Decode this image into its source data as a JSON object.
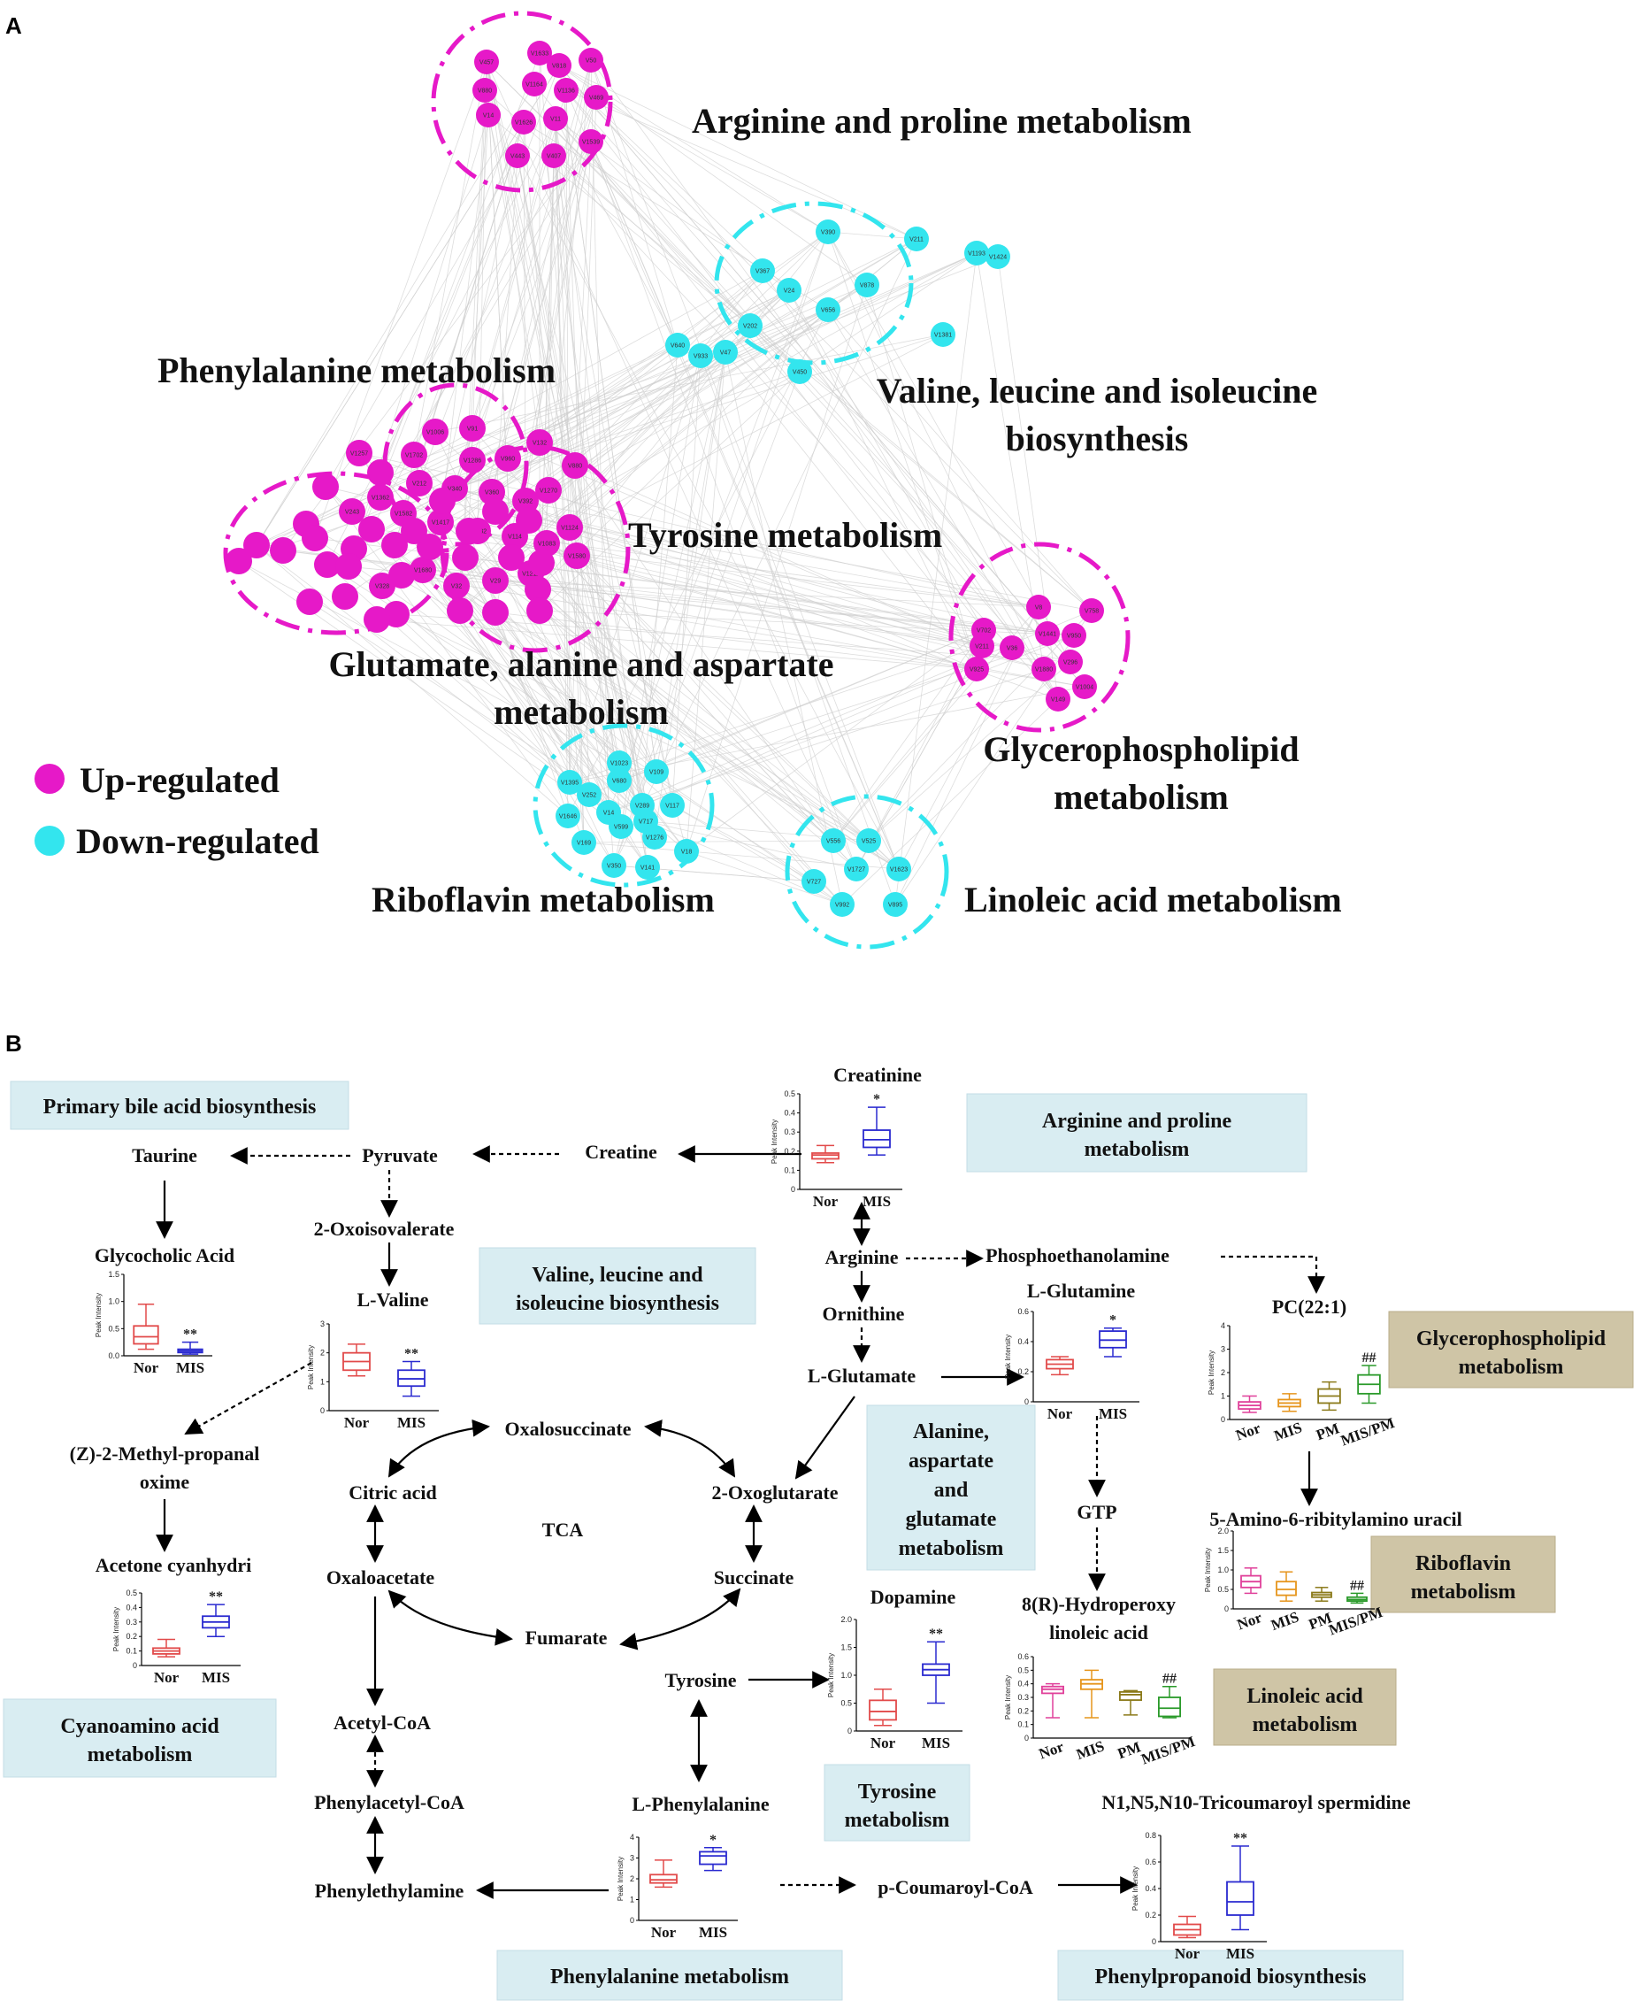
{
  "panel_a": {
    "letter": "A",
    "legend": [
      {
        "label": "Up-regulated",
        "color": "#e619c8"
      },
      {
        "label": "Down-regulated",
        "color": "#33e5ee"
      }
    ],
    "pathway_labels": [
      {
        "id": "arg",
        "lines": [
          "Arginine and proline metabolism"
        ]
      },
      {
        "id": "phe",
        "lines": [
          "Phenylalanine metabolism"
        ]
      },
      {
        "id": "val",
        "lines": [
          "Valine, leucine and isoleucine",
          "biosynthesis"
        ]
      },
      {
        "id": "tyr",
        "lines": [
          "Tyrosine metabolism"
        ]
      },
      {
        "id": "glu",
        "lines": [
          "Glutamate, alanine and aspartate",
          "metabolism"
        ]
      },
      {
        "id": "gly",
        "lines": [
          "Glycerophospholipid",
          "metabolism"
        ]
      },
      {
        "id": "rib",
        "lines": [
          "Riboflavin metabolism"
        ]
      },
      {
        "id": "lin",
        "lines": [
          "Linoleic acid metabolism"
        ]
      }
    ],
    "node_labels": {
      "arg": [
        "V457",
        "V1633",
        "V818",
        "V50",
        "V880",
        "V1164",
        "V1136",
        "V469",
        "V14",
        "V1626",
        "V11",
        "V1539",
        "V443",
        "V407"
      ],
      "val_cluster": [
        "V390",
        "V367",
        "V24",
        "V656",
        "V878",
        "V202",
        "V450"
      ],
      "val_side": [
        "V211",
        "V1193",
        "V1424",
        "V1381"
      ],
      "val_left": [
        "V640",
        "V933",
        "V47"
      ],
      "gly": [
        "V8",
        "V758",
        "V702",
        "V1441",
        "V950",
        "V211",
        "V36",
        "V925",
        "V1880",
        "V296",
        "V1004",
        "V149"
      ],
      "rib": [
        "V1023",
        "V109",
        "V1395",
        "V680",
        "V252",
        "V1646",
        "V14",
        "V289",
        "V117",
        "V717",
        "V599",
        "V1276",
        "V169",
        "V350",
        "V141",
        "V18"
      ],
      "lin": [
        "V556",
        "V525",
        "V1727",
        "V1623",
        "V727",
        "V992",
        "V895"
      ],
      "phe": [
        "V1006",
        "V91",
        "V1257",
        "V1702",
        "V1286",
        "V960",
        "V132",
        "V880",
        "V1270",
        "V392",
        "V360",
        "V340",
        "V212",
        "V1362",
        "V243",
        "V1582",
        "V1417",
        "V1032",
        "V114",
        "V1083",
        "V1124",
        "V1580",
        "V1211",
        "V29",
        "V32",
        "V1680",
        "V328"
      ]
    }
  },
  "panel_b": {
    "letter": "B",
    "boxes": {
      "primary_bile": [
        "Primary bile acid biosynthesis"
      ],
      "valine": [
        "Valine, leucine and",
        "isoleucine biosynthesis"
      ],
      "arginine": [
        "Arginine and proline",
        "metabolism"
      ],
      "alanine": [
        "Alanine,",
        "aspartate",
        "and",
        "glutamate",
        "metabolism"
      ],
      "cyanoamino": [
        "Cyanoamino acid",
        "metabolism"
      ],
      "tyrosine": [
        "Tyrosine",
        "metabolism"
      ],
      "phenylalanine": [
        "Phenylalanine metabolism"
      ],
      "phenylpropanoid": [
        "Phenylpropanoid biosynthesis"
      ],
      "glycerophospholipid": [
        "Glycerophospholipid",
        "metabolism"
      ],
      "riboflavin": [
        "Riboflavin",
        "metabolism"
      ],
      "linoleic": [
        "Linoleic acid",
        "metabolism"
      ]
    },
    "metabolites": {
      "taurine": "Taurine",
      "pyruvate": "Pyruvate",
      "creatine": "Creatine",
      "oxoisovalerate": "2-Oxoisovalerate",
      "lvaline": "L-Valine",
      "glycocholic": "Glycocholic   Acid",
      "methylpropanal_1": "(Z)-2-Methyl-propanal",
      "methylpropanal_2": "oxime",
      "acetone": "Acetone  cyanhydri",
      "creatinine": "Creatinine",
      "arginine": "Arginine",
      "phosphoethanolamine": "Phosphoethanolamine",
      "ornithine": "Ornithine",
      "lglutamate": "L-Glutamate",
      "lglutamine": "L-Glutamine",
      "pc": "PC(22:1)",
      "oxalosuccinate": "Oxalosuccinate",
      "citric": "Citric acid",
      "oxoglutarate": "2-Oxoglutarate",
      "tca": "TCA",
      "oxaloacetate": "Oxaloacetate",
      "succinate": "Succinate",
      "fumarate": "Fumarate",
      "gtp": "GTP",
      "amino_uracil": "5-Amino-6-ribitylamino    uracil",
      "hydroperoxy_1": "8(R)-Hydroperoxy",
      "hydroperoxy_2": "linoleic  acid",
      "dopamine": "Dopamine",
      "tyrosine": "Tyrosine",
      "acetylcoa": "Acetyl-CoA",
      "phenylacetylcoa": "Phenylacetyl-CoA",
      "phenylethylamine": "Phenylethylamine",
      "lphenylalanine": "L-Phenylalanine",
      "coumaroylcoa": "p-Coumaroyl-CoA",
      "tricoumaroyl": "N1,N5,N10-Tricoumaroyl    spermidine"
    },
    "ylabel": "Peak Intensity",
    "plots": [
      {
        "id": "creatinine",
        "groups": [
          "Nor",
          "MIS"
        ],
        "yticks": [
          "0",
          "0.1",
          "0.2",
          "0.3",
          "0.4",
          "0.5"
        ],
        "ymax": 0.5,
        "sig": [
          "",
          "*"
        ],
        "boxes": [
          [
            0.14,
            0.16,
            0.18,
            0.19,
            0.23
          ],
          [
            0.18,
            0.22,
            0.26,
            0.31,
            0.43
          ]
        ],
        "colors": [
          "#e24a4a",
          "#2a2ad0"
        ]
      },
      {
        "id": "glycocholic",
        "groups": [
          "Nor",
          "MIS"
        ],
        "yticks": [
          "0.0",
          "0.5",
          "1.0",
          "1.5"
        ],
        "ymax": 1.5,
        "sig": [
          "",
          "**"
        ],
        "boxes": [
          [
            0.12,
            0.22,
            0.35,
            0.55,
            0.95
          ],
          [
            0.03,
            0.06,
            0.09,
            0.12,
            0.25
          ]
        ],
        "colors": [
          "#e24a4a",
          "#2a2ad0"
        ]
      },
      {
        "id": "lvaline",
        "groups": [
          "Nor",
          "MIS"
        ],
        "yticks": [
          "0",
          "1",
          "2",
          "3"
        ],
        "ymax": 3,
        "sig": [
          "",
          "**"
        ],
        "boxes": [
          [
            1.2,
            1.4,
            1.7,
            2.0,
            2.3
          ],
          [
            0.5,
            0.85,
            1.1,
            1.4,
            1.7
          ]
        ],
        "colors": [
          "#e24a4a",
          "#2a2ad0"
        ]
      },
      {
        "id": "lglutamine",
        "groups": [
          "Nor",
          "MIS"
        ],
        "yticks": [
          "0",
          "0.2",
          "0.4",
          "0.6"
        ],
        "ymax": 0.6,
        "sig": [
          "",
          "*"
        ],
        "boxes": [
          [
            0.18,
            0.22,
            0.25,
            0.28,
            0.3
          ],
          [
            0.3,
            0.36,
            0.41,
            0.47,
            0.49
          ]
        ],
        "colors": [
          "#e24a4a",
          "#2a2ad0"
        ]
      },
      {
        "id": "acetone",
        "groups": [
          "Nor",
          "MIS"
        ],
        "yticks": [
          "0",
          "0.1",
          "0.2",
          "0.3",
          "0.4",
          "0.5"
        ],
        "ymax": 0.5,
        "sig": [
          "",
          "**"
        ],
        "boxes": [
          [
            0.06,
            0.08,
            0.1,
            0.12,
            0.18
          ],
          [
            0.2,
            0.26,
            0.3,
            0.34,
            0.42
          ]
        ],
        "colors": [
          "#e24a4a",
          "#2a2ad0"
        ]
      },
      {
        "id": "pc",
        "groups": [
          "Nor",
          "MIS",
          "PM",
          "MIS/PM"
        ],
        "yticks": [
          "0",
          "1",
          "2",
          "3",
          "4"
        ],
        "ymax": 4,
        "sig": [
          "",
          "",
          "",
          "##"
        ],
        "boxes": [
          [
            0.3,
            0.45,
            0.6,
            0.75,
            1.0
          ],
          [
            0.35,
            0.55,
            0.7,
            0.85,
            1.1
          ],
          [
            0.4,
            0.7,
            1.0,
            1.3,
            1.6
          ],
          [
            0.7,
            1.1,
            1.5,
            1.9,
            2.3
          ]
        ],
        "colors": [
          "#e0409a",
          "#e6951c",
          "#8b7a1a",
          "#2a9a2a"
        ]
      },
      {
        "id": "uracil",
        "groups": [
          "Nor",
          "MIS",
          "PM",
          "MIS/PM"
        ],
        "yticks": [
          "0",
          "0.5",
          "1.0",
          "1.5",
          "2.0"
        ],
        "ymax": 2.0,
        "sig": [
          "",
          "",
          "",
          "##"
        ],
        "boxes": [
          [
            0.4,
            0.55,
            0.7,
            0.85,
            1.05
          ],
          [
            0.2,
            0.35,
            0.5,
            0.7,
            0.95
          ],
          [
            0.2,
            0.3,
            0.36,
            0.42,
            0.55
          ],
          [
            0.15,
            0.2,
            0.24,
            0.3,
            0.4
          ]
        ],
        "colors": [
          "#e0409a",
          "#e6951c",
          "#8b7a1a",
          "#2a9a2a"
        ]
      },
      {
        "id": "hydroperoxy",
        "groups": [
          "Nor",
          "MIS",
          "PM",
          "MIS/PM"
        ],
        "yticks": [
          "0",
          "0.1",
          "0.2",
          "0.3",
          "0.4",
          "0.5",
          "0.6"
        ],
        "ymax": 0.6,
        "sig": [
          "",
          "",
          "",
          "##"
        ],
        "boxes": [
          [
            0.15,
            0.33,
            0.36,
            0.38,
            0.4
          ],
          [
            0.15,
            0.36,
            0.4,
            0.43,
            0.5
          ],
          [
            0.17,
            0.28,
            0.32,
            0.34,
            0.35
          ],
          [
            0.15,
            0.16,
            0.22,
            0.3,
            0.38
          ]
        ],
        "colors": [
          "#e0409a",
          "#e6951c",
          "#8b7a1a",
          "#2a9a2a"
        ]
      },
      {
        "id": "dopamine",
        "groups": [
          "Nor",
          "MIS"
        ],
        "yticks": [
          "0",
          "0.5",
          "1.0",
          "1.5",
          "2.0"
        ],
        "ymax": 2.0,
        "sig": [
          "",
          "**"
        ],
        "boxes": [
          [
            0.1,
            0.2,
            0.35,
            0.55,
            0.75
          ],
          [
            0.5,
            1.0,
            1.1,
            1.2,
            1.6
          ]
        ],
        "colors": [
          "#e24a4a",
          "#2a2ad0"
        ]
      },
      {
        "id": "lphe",
        "groups": [
          "Nor",
          "MIS"
        ],
        "yticks": [
          "0",
          "1",
          "2",
          "3",
          "4"
        ],
        "ymax": 4,
        "sig": [
          "",
          "*"
        ],
        "boxes": [
          [
            1.6,
            1.8,
            1.95,
            2.2,
            2.9
          ],
          [
            2.4,
            2.7,
            3.1,
            3.3,
            3.5
          ]
        ],
        "colors": [
          "#e24a4a",
          "#2a2ad0"
        ]
      },
      {
        "id": "tricoumaroyl",
        "groups": [
          "Nor",
          "MIS"
        ],
        "yticks": [
          "0",
          "0.2",
          "0.4",
          "0.6",
          "0.8"
        ],
        "ymax": 0.8,
        "sig": [
          "",
          "**"
        ],
        "boxes": [
          [
            0.03,
            0.05,
            0.09,
            0.13,
            0.19
          ],
          [
            0.09,
            0.2,
            0.3,
            0.45,
            0.72
          ]
        ],
        "colors": [
          "#e24a4a",
          "#2a2ad0"
        ]
      }
    ]
  }
}
